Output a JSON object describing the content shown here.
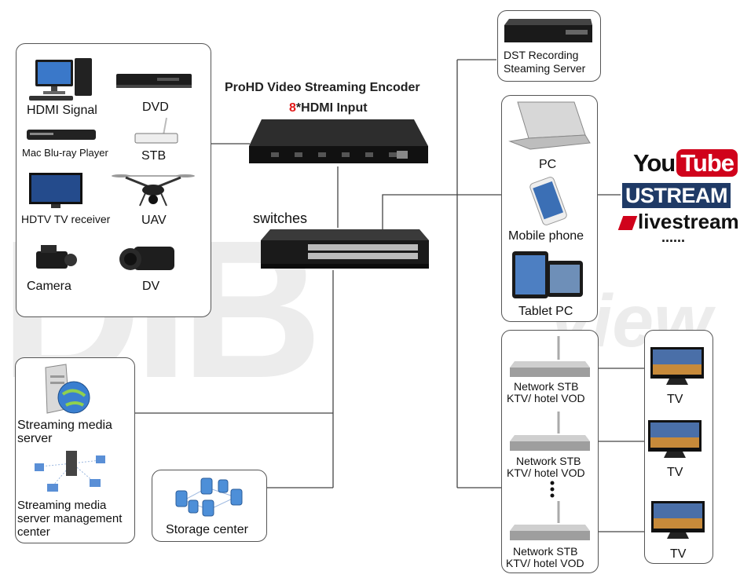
{
  "watermark": "DIB",
  "watermark_tail": "view",
  "encoder": {
    "title": "ProHD Video Streaming Encoder",
    "input_count": "8",
    "input_label": "*HDMI Input"
  },
  "switches_label": "switches",
  "sources": {
    "hdmi_signal": "HDMI Signal",
    "dvd": "DVD",
    "bluray": "Mac Blu-ray Player",
    "stb": "STB",
    "hdtv": "HDTV TV receiver",
    "uav": "UAV",
    "camera": "Camera",
    "dv": "DV"
  },
  "recording_server": {
    "line1": "DST Recording",
    "line2": "Steaming Server"
  },
  "devices": {
    "pc": "PC",
    "mobile": "Mobile phone",
    "tablet": "Tablet PC"
  },
  "platforms": {
    "you": "You",
    "tube": "Tube",
    "ustream": "USTREAM",
    "livestream": "livestream",
    "more": "......"
  },
  "network_stb": {
    "line1": "Network STB",
    "line2": "KTV/ hotel VOD"
  },
  "tv_label": "TV",
  "server": {
    "streaming_media": "Streaming media server",
    "management": "Streaming media server management center"
  },
  "storage": "Storage center",
  "colors": {
    "accent_red": "#e21a1a",
    "youtube_red": "#d0021b",
    "ustream_blue": "#1f3a66"
  }
}
